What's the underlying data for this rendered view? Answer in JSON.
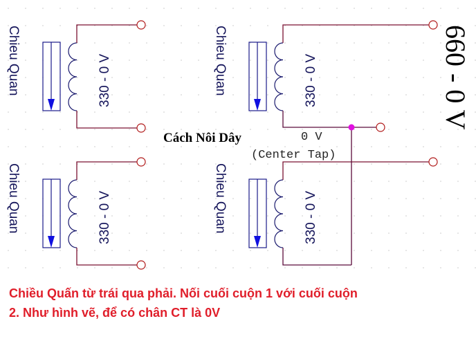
{
  "diagram": {
    "title": "Cách Nôi Dây",
    "center_tap_voltage": "0 V",
    "center_tap_label": "(Center Tap)",
    "total_voltage": "660 - 0 V",
    "coils": [
      {
        "id": "coil-top-left",
        "direction_label": "Chieu Quan",
        "voltage": "330 - 0 V"
      },
      {
        "id": "coil-bottom-left",
        "direction_label": "Chieu Quan",
        "voltage": "330 - 0 V"
      },
      {
        "id": "coil-top-right",
        "direction_label": "Chieu Quan",
        "voltage": "330 - 0 V"
      },
      {
        "id": "coil-bottom-right",
        "direction_label": "Chieu Quan",
        "voltage": "330 - 0 V"
      }
    ],
    "colors": {
      "wire": "#7a1030",
      "terminal": "#b01818",
      "coil": "#1a1a6e",
      "arrow": "#1010e0",
      "junction": "#e010e0",
      "note": "#e01e2a"
    }
  },
  "note": {
    "line1": "Chiều Quấn từ trái qua phải. Nối cuối cuộn 1  với cuối cuộn",
    "line2": "2. Như hình vẽ, để có chân CT là 0V"
  }
}
